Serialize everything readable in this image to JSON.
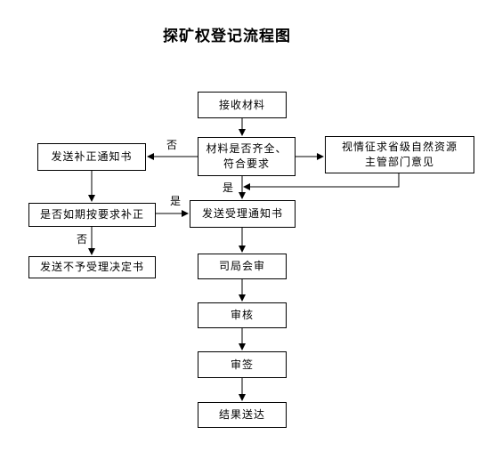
{
  "title": "探矿权登记流程图",
  "boxes": {
    "receive": "接收材料",
    "check_line1": "材料是否齐全、",
    "check_line2": "符合要求",
    "consult_line1": "视情征求省级自然资源",
    "consult_line2": "主管部门意见",
    "supplement_notice": "发送补正通知书",
    "supplement_check": "是否如期按要求补正",
    "reject": "发送不予受理决定书",
    "accept_notice": "发送受理通知书",
    "bureau_review": "司局会审",
    "review": "审核",
    "sign": "审签",
    "deliver": "结果送达"
  },
  "labels": {
    "no_check": "否",
    "yes_consult": "是",
    "yes_supplement": "是",
    "no_supplement": "否"
  }
}
